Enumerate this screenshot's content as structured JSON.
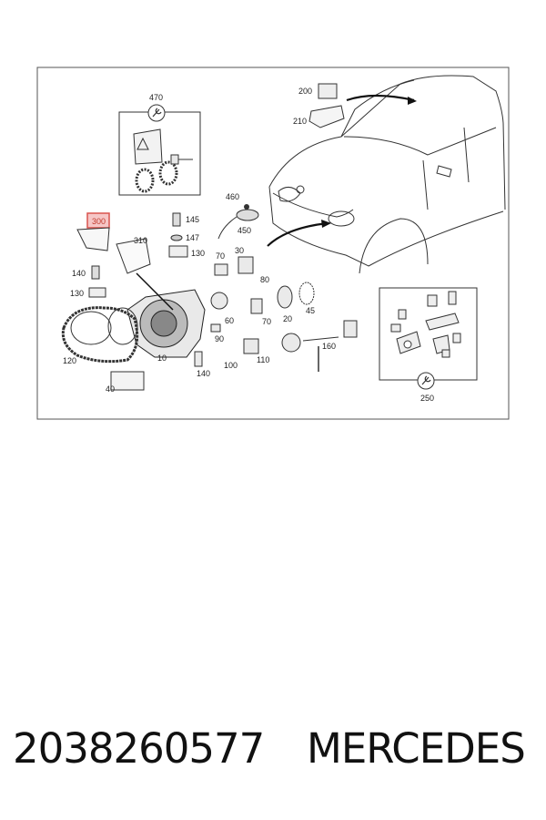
{
  "diagram": {
    "labels": {
      "p470": "470",
      "p200": "200",
      "p210": "210",
      "p460": "460",
      "p450": "450",
      "p300": "300",
      "p145": "145",
      "p147": "147",
      "p130a": "130",
      "p310": "310",
      "p140a": "140",
      "p130b": "130",
      "p70a": "70",
      "p30": "30",
      "p80": "80",
      "p70b": "70",
      "p20": "20",
      "p45": "45",
      "p60": "60",
      "p90": "90",
      "p160": "160",
      "p120": "120",
      "p10": "10",
      "p140b": "140",
      "p100": "100",
      "p110": "110",
      "p40": "40",
      "p250": "250"
    },
    "highlight_color": "#d9534f"
  },
  "caption": {
    "part_number": "2038260577",
    "brand": "MERCEDES"
  }
}
